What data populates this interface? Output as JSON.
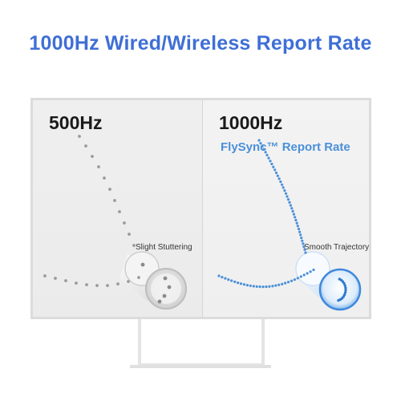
{
  "headline": "1000Hz Wired/Wireless Report Rate",
  "left_panel": {
    "rate": "500Hz",
    "annotation": "Slight Stuttering"
  },
  "right_panel": {
    "rate": "1000Hz",
    "subtitle": "FlySync™ Report Rate",
    "annotation": "Smooth Trajectory"
  },
  "colors": {
    "headline": "#3f6fd6",
    "accent_blue": "#4a90d9",
    "dot_gray": "#9a9a9a"
  }
}
